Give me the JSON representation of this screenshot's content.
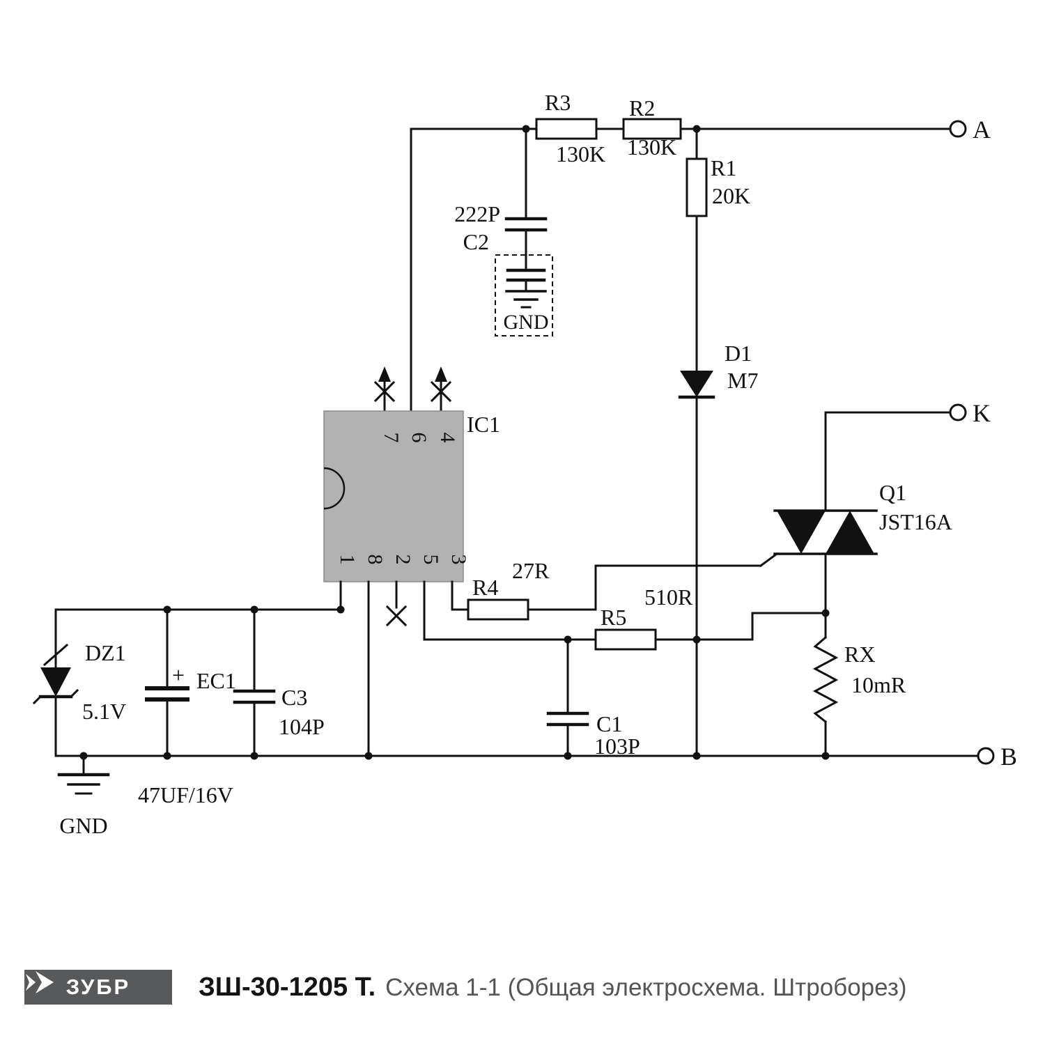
{
  "components": {
    "r1": {
      "ref": "R1",
      "value": "20K"
    },
    "r2": {
      "ref": "R2",
      "value": "130K"
    },
    "r3": {
      "ref": "R3",
      "value": "130K"
    },
    "r4": {
      "ref": "R4",
      "value": "27R"
    },
    "r5": {
      "ref": "R5",
      "value": "510R"
    },
    "rx": {
      "ref": "RX",
      "value": "10mR"
    },
    "c1": {
      "ref": "C1",
      "value": "103P"
    },
    "c2": {
      "ref": "C2",
      "value": "222P"
    },
    "c3": {
      "ref": "C3",
      "value": "104P"
    },
    "ec1": {
      "ref": "EC1",
      "value": "47UF/16V",
      "polarity": "+"
    },
    "dz1": {
      "ref": "DZ1",
      "value": "5.1V"
    },
    "d1": {
      "ref": "D1",
      "value": "M7"
    },
    "q1": {
      "ref": "Q1",
      "value": "JST16A"
    }
  },
  "ic1": {
    "ref": "IC1",
    "top_pins": [
      "7",
      "6",
      "4"
    ],
    "bottom_pins": [
      "1",
      "8",
      "2",
      "5",
      "3"
    ]
  },
  "terminals": {
    "a": "A",
    "k": "K",
    "b": "B"
  },
  "grounds": {
    "top": "GND",
    "left": "GND"
  },
  "footer": {
    "brand": "ЗУБР",
    "model": "ЗШ-30-1205 Т.",
    "caption": "Схема 1-1 (Общая электросхема. Штроборез)"
  }
}
